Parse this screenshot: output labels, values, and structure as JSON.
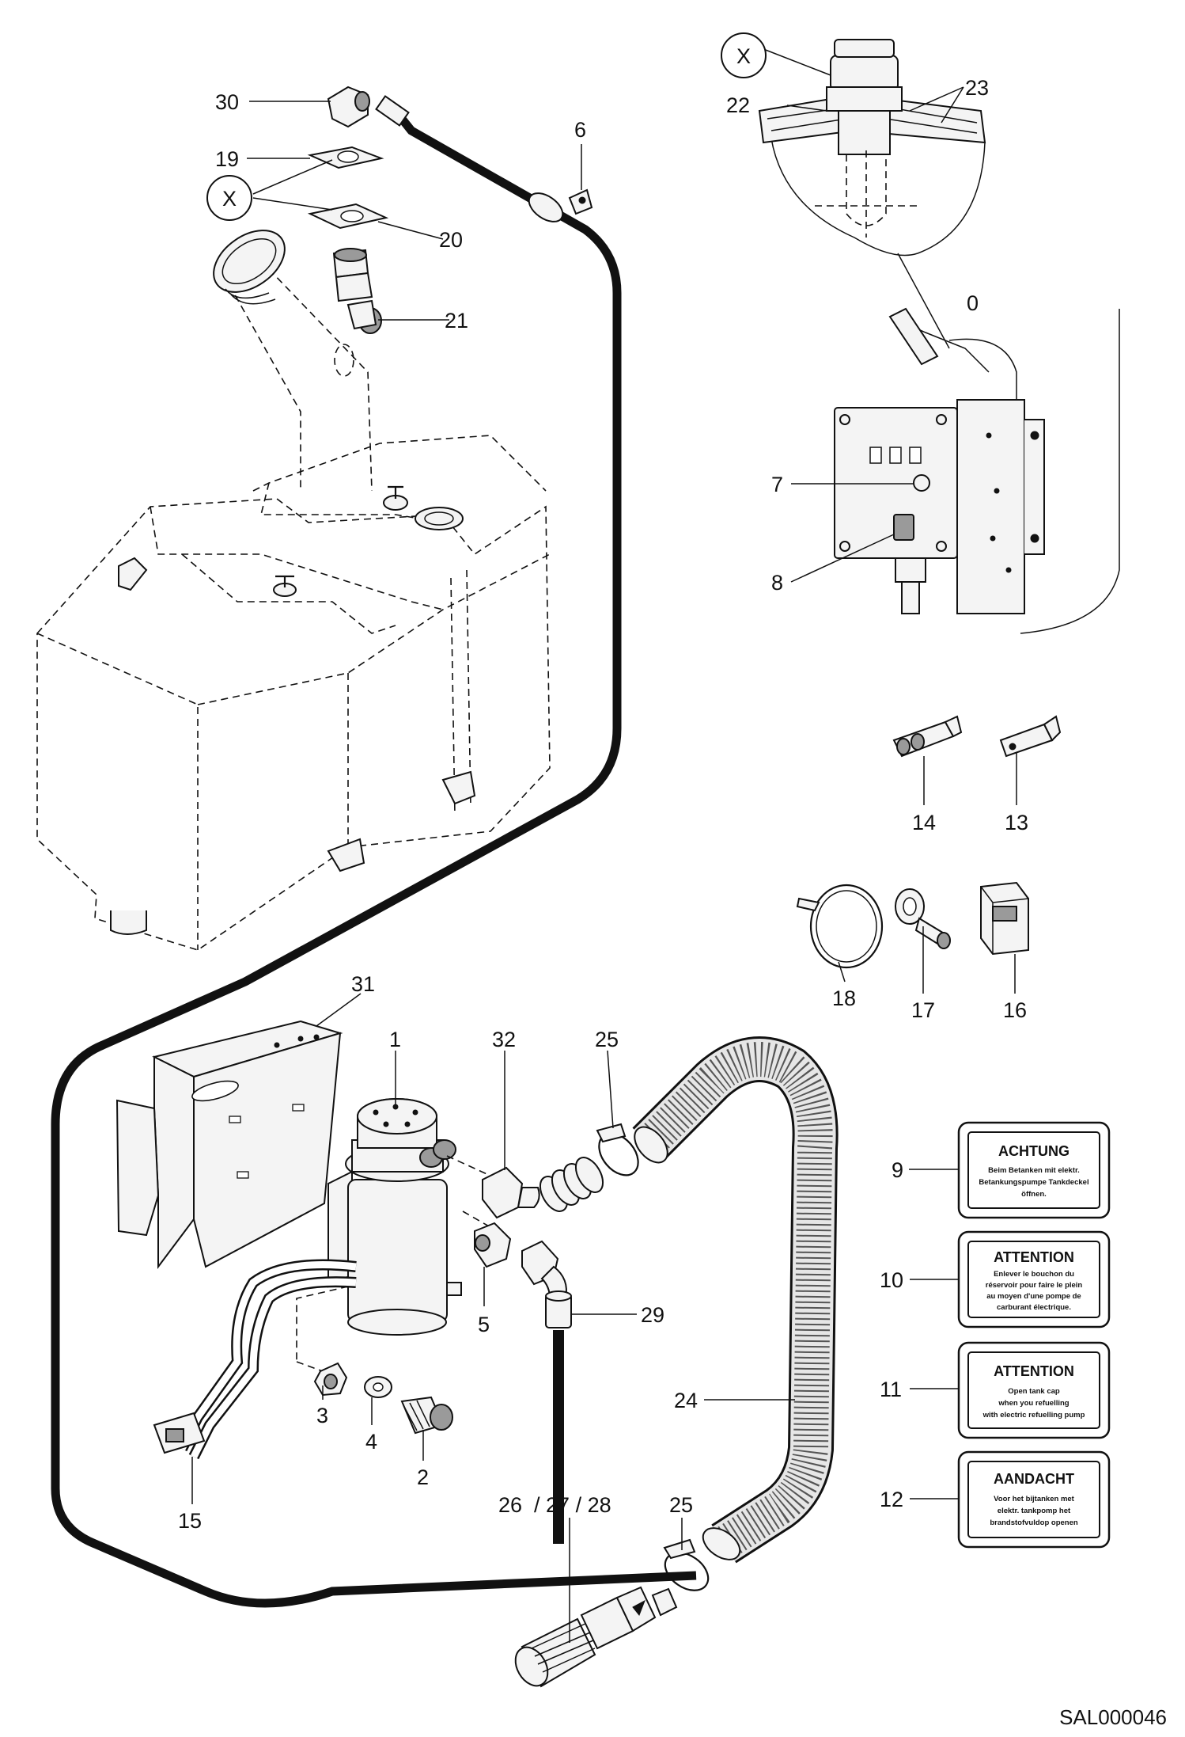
{
  "diagram": {
    "reference": "SAL000046",
    "detail_marker": "X",
    "callouts": [
      {
        "id": "c30",
        "label": "30"
      },
      {
        "id": "c19",
        "label": "19"
      },
      {
        "id": "c20",
        "label": "20"
      },
      {
        "id": "c21",
        "label": "21"
      },
      {
        "id": "c6",
        "label": "6"
      },
      {
        "id": "c22",
        "label": "22"
      },
      {
        "id": "c23",
        "label": "23"
      },
      {
        "id": "c0",
        "label": "0"
      },
      {
        "id": "c7",
        "label": "7"
      },
      {
        "id": "c8",
        "label": "8"
      },
      {
        "id": "c14",
        "label": "14"
      },
      {
        "id": "c13",
        "label": "13"
      },
      {
        "id": "c18",
        "label": "18"
      },
      {
        "id": "c17",
        "label": "17"
      },
      {
        "id": "c16",
        "label": "16"
      },
      {
        "id": "c31",
        "label": "31"
      },
      {
        "id": "c1",
        "label": "1"
      },
      {
        "id": "c32",
        "label": "32"
      },
      {
        "id": "c25a",
        "label": "25"
      },
      {
        "id": "c9",
        "label": "9"
      },
      {
        "id": "c10",
        "label": "10"
      },
      {
        "id": "c11",
        "label": "11"
      },
      {
        "id": "c12",
        "label": "12"
      },
      {
        "id": "c5",
        "label": "5"
      },
      {
        "id": "c29",
        "label": "29"
      },
      {
        "id": "c24",
        "label": "24"
      },
      {
        "id": "c3",
        "label": "3"
      },
      {
        "id": "c4",
        "label": "4"
      },
      {
        "id": "c2",
        "label": "2"
      },
      {
        "id": "c15",
        "label": "15"
      },
      {
        "id": "c262728",
        "label": "26  / 27 / 28"
      },
      {
        "id": "c25b",
        "label": "25"
      }
    ],
    "signs": [
      {
        "id": "sign-9",
        "title": "ACHTUNG",
        "lines": [
          "Beim Betanken mit elektr.",
          "Betankungspumpe Tankdeckel",
          "öffnen."
        ]
      },
      {
        "id": "sign-10",
        "title": "ATTENTION",
        "lines": [
          "Enlever le bouchon du",
          "réservoir pour faire le plein",
          "au moyen d'une pompe de",
          "carburant électrique."
        ]
      },
      {
        "id": "sign-11",
        "title": "ATTENTION",
        "lines": [
          "Open tank cap",
          "when you refuelling",
          "with electric refuelling pump"
        ]
      },
      {
        "id": "sign-12",
        "title": "AANDACHT",
        "lines": [
          "Voor het bijtanken met",
          "elektr. tankpomp het",
          "brandstofvuldop openen"
        ]
      }
    ]
  }
}
